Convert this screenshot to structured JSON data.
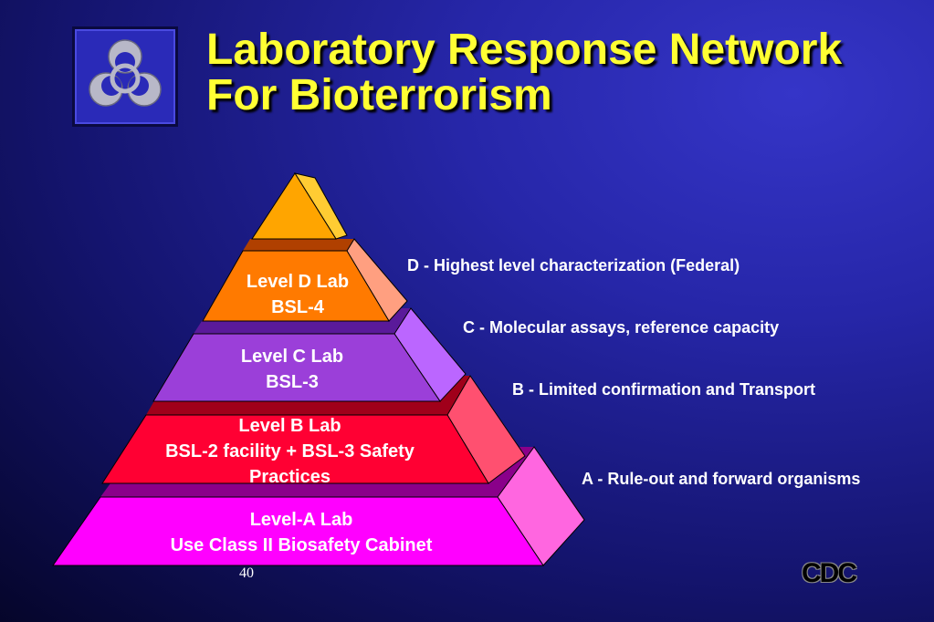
{
  "title": {
    "line1": "Laboratory Response Network",
    "line2": "For Bioterrorism"
  },
  "levels": [
    {
      "line1": "Level D Lab",
      "line2": "BSL-4",
      "line3": ""
    },
    {
      "line1": "Level C Lab",
      "line2": "BSL-3",
      "line3": ""
    },
    {
      "line1": "Level B Lab",
      "line2": "BSL-2 facility + BSL-3 Safety",
      "line3": "Practices"
    },
    {
      "line1": "Level-A Lab",
      "line2": "Use Class II Biosafety Cabinet",
      "line3": ""
    }
  ],
  "descriptions": [
    "D - Highest level characterization (Federal)",
    "C - Molecular assays, reference capacity",
    "B - Limited confirmation and Transport",
    "A - Rule-out and forward organisms"
  ],
  "page_number": "40",
  "logo_text": "CDC",
  "colors": {
    "title": "#ffff33",
    "apex": "#ffa500",
    "level_d": "#ff7a00",
    "level_c": "#9b3fd9",
    "level_b": "#ff0033",
    "level_a": "#ff00ff"
  },
  "icons": {
    "biohazard": "biohazard-icon"
  }
}
